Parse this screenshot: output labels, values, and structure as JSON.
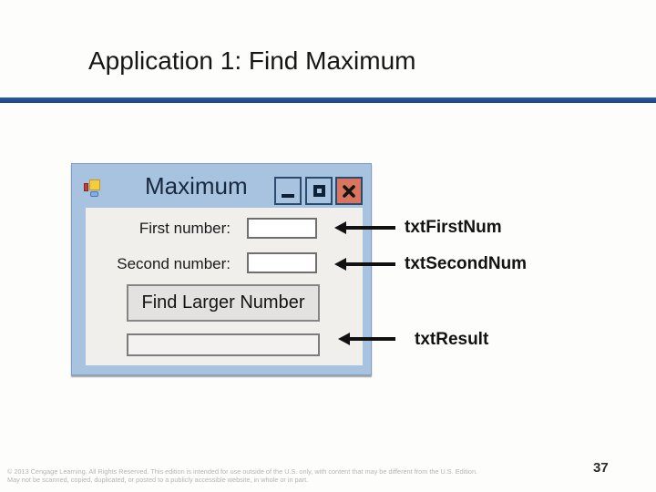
{
  "slide": {
    "title": "Application 1: Find Maximum",
    "page_number": "37",
    "accent_color": "#1f4e99",
    "footer": {
      "line1": "© 2013 Cengage Learning. All Rights Reserved. This edition is intended for use outside of the U.S. only, with content that may be different from the U.S. Edition.",
      "line2": "May not be scanned, copied, duplicated, or posted to a publicly accessible website, in whole or in part."
    }
  },
  "window": {
    "title": "Maximum",
    "icon_name": "winforms-default-app-icon",
    "controls": {
      "minimize_icon": "minimize-icon",
      "maximize_icon": "maximize-icon",
      "close_icon": "close-icon"
    },
    "labels": {
      "first": "First number:",
      "second": "Second number:"
    },
    "inputs": {
      "first_value": "",
      "first_placeholder": "",
      "second_value": "",
      "second_placeholder": "",
      "result_value": "",
      "result_placeholder": ""
    },
    "button_label": "Find Larger Number",
    "colors": {
      "titlebar": "#a8c3e0",
      "client_area": "#f0efec",
      "close_button": "#d9745f"
    }
  },
  "annotations": {
    "first": "txtFirstNum",
    "second": "txtSecondNum",
    "result": "txtResult",
    "arrow_color": "#111111"
  }
}
